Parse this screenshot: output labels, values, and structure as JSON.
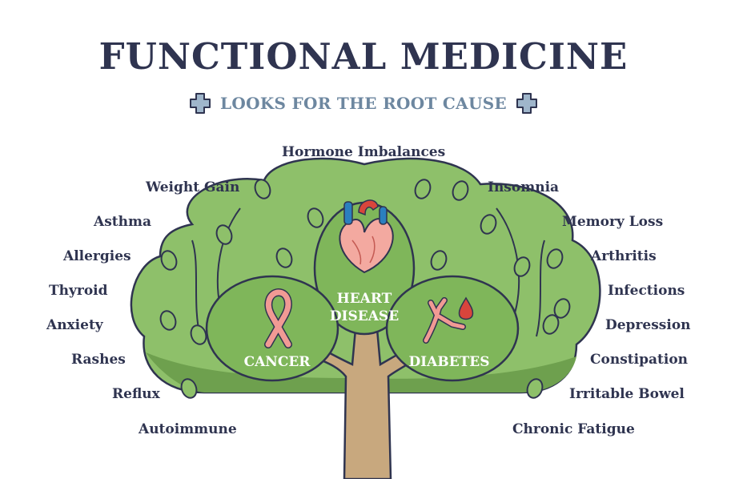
{
  "title": "FUNCTIONAL MEDICINE",
  "subtitle": "LOOKS FOR THE ROOT CAUSE",
  "icons": {
    "left": "medical-cross-icon",
    "right": "medical-cross-icon"
  },
  "colors": {
    "title": "#2f3450",
    "subtitle": "#6d87a0",
    "canopy": "#8ec06a",
    "trunk": "#c8a87e",
    "cross": "#9fb6cb"
  },
  "top_symptom": "Hormone Imbalances",
  "left_symptoms": [
    "Weight Gain",
    "Asthma",
    "Allergies",
    "Thyroid",
    "Anxiety",
    "Rashes",
    "Reflux",
    "Autoimmune"
  ],
  "right_symptoms": [
    "Insomnia",
    "Memory Loss",
    "Arthritis",
    "Infections",
    "Depression",
    "Constipation",
    "Irritable Bowel",
    "Chronic Fatigue"
  ],
  "diseases": {
    "heart_line1": "HEART",
    "heart_line2": "DISEASE",
    "cancer": "CANCER",
    "diabetes": "DIABETES"
  }
}
